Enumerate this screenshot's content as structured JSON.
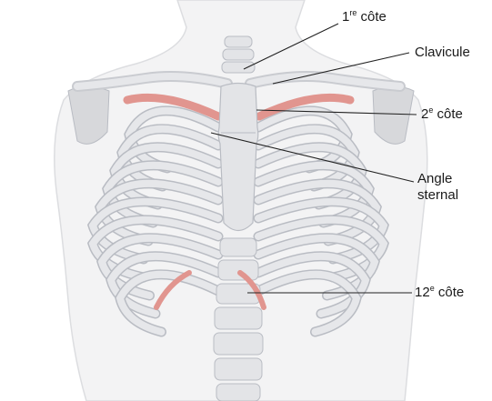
{
  "labels": {
    "first_rib": {
      "num": "1",
      "sup": "re",
      "text": " côte"
    },
    "clavicle": {
      "text": "Clavicule"
    },
    "second_rib": {
      "num": "2",
      "sup": "e",
      "text": " côte"
    },
    "sternal_angle": {
      "line1": "Angle",
      "line2": "sternal"
    },
    "twelfth_rib": {
      "num": "12",
      "sup": "e",
      "text": " côte"
    }
  },
  "colors": {
    "bone": "#e6e7ea",
    "bone_outline": "#b9bcc3",
    "highlight_rib": "#e1958f",
    "skin": "#f1f1f2",
    "leader_line": "#222222"
  }
}
